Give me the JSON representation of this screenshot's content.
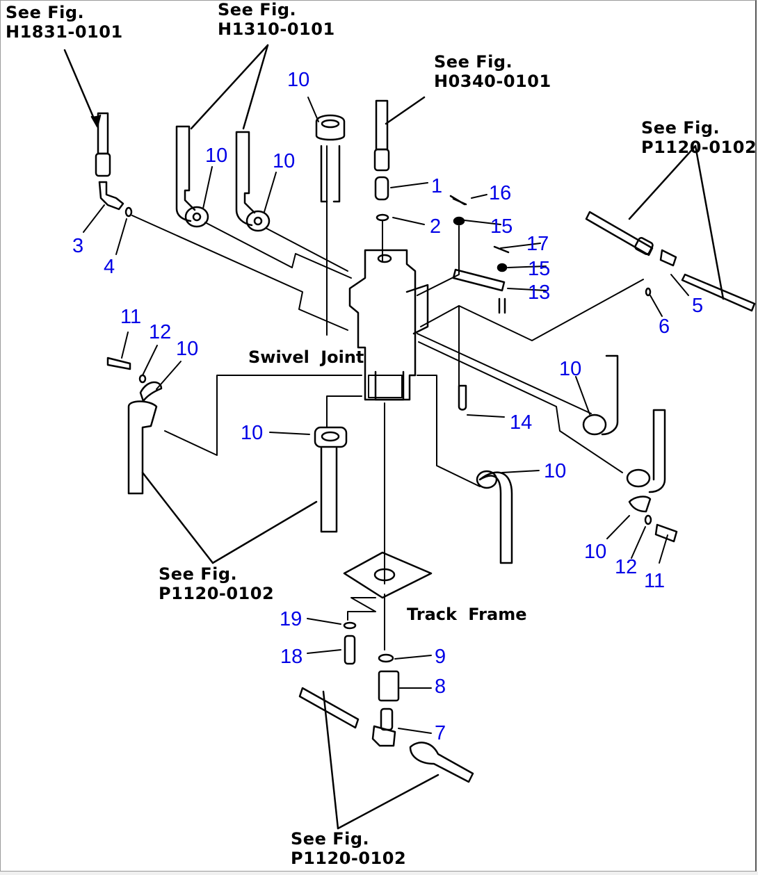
{
  "figure": {
    "title": "Swivel Joint hydraulic piping exploded view",
    "line_color": "#000000",
    "callout_color": "#0000e6"
  },
  "captions": {
    "swivel_joint": "Swivel Joint",
    "track_frame": "Track Frame"
  },
  "references": [
    {
      "line1": "See Fig.",
      "line2": "H1831-0101"
    },
    {
      "line1": "See Fig.",
      "line2": "H1310-0101"
    },
    {
      "line1": "See Fig.",
      "line2": "H0340-0101"
    },
    {
      "line1": "See Fig.",
      "line2": "P1120-0102"
    },
    {
      "line1": "See Fig.",
      "line2": "P1120-0102"
    },
    {
      "line1": "See Fig.",
      "line2": "P1120-0102"
    }
  ],
  "callouts": [
    {
      "id": "c10a",
      "text": "10"
    },
    {
      "id": "c1",
      "text": "1"
    },
    {
      "id": "c16",
      "text": "16"
    },
    {
      "id": "c10b",
      "text": "10"
    },
    {
      "id": "c10c",
      "text": "10"
    },
    {
      "id": "c2",
      "text": "2"
    },
    {
      "id": "c15a",
      "text": "15"
    },
    {
      "id": "c3",
      "text": "3"
    },
    {
      "id": "c4",
      "text": "4"
    },
    {
      "id": "c17",
      "text": "17"
    },
    {
      "id": "c15b",
      "text": "15"
    },
    {
      "id": "c13",
      "text": "13"
    },
    {
      "id": "c5",
      "text": "5"
    },
    {
      "id": "c6",
      "text": "6"
    },
    {
      "id": "c11a",
      "text": "11"
    },
    {
      "id": "c12a",
      "text": "12"
    },
    {
      "id": "c10d",
      "text": "10"
    },
    {
      "id": "c10e",
      "text": "10"
    },
    {
      "id": "c14",
      "text": "14"
    },
    {
      "id": "c10f",
      "text": "10"
    },
    {
      "id": "c10g",
      "text": "10"
    },
    {
      "id": "c10h",
      "text": "10"
    },
    {
      "id": "c12b",
      "text": "12"
    },
    {
      "id": "c11b",
      "text": "11"
    },
    {
      "id": "c19",
      "text": "19"
    },
    {
      "id": "c18",
      "text": "18"
    },
    {
      "id": "c9",
      "text": "9"
    },
    {
      "id": "c8",
      "text": "8"
    },
    {
      "id": "c7",
      "text": "7"
    }
  ]
}
